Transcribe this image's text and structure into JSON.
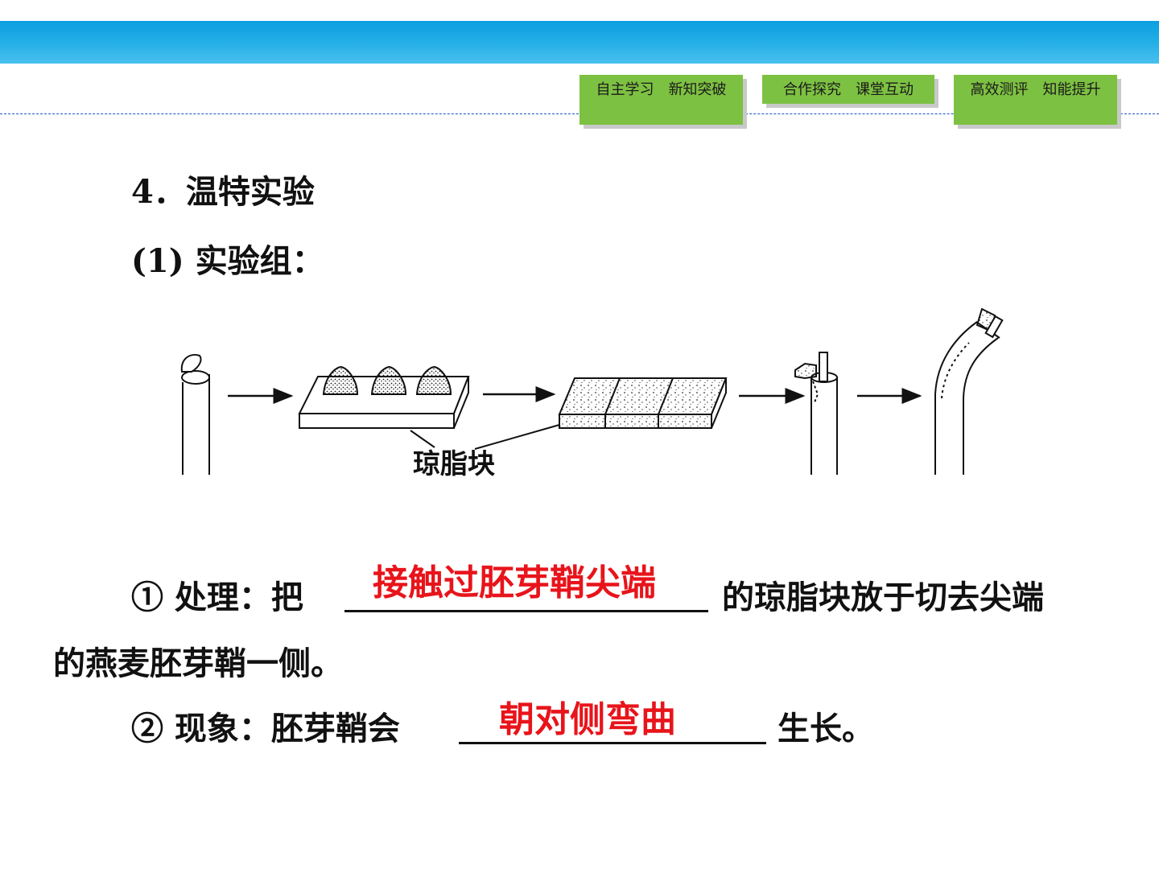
{
  "nav": {
    "btn1": "自主学习　新知突破",
    "btn2": "合作探究　课堂互动",
    "btn3": "高效测评　知能提升"
  },
  "section": {
    "title": "4．温特实验",
    "subtitle": "(1) 实验组："
  },
  "figure": {
    "label": "琼脂块"
  },
  "step1": {
    "prefix": "① 处理：把",
    "answer": "接触过胚芽鞘尖端",
    "suffix": "的琼脂块放于切去尖端",
    "line2": "的燕麦胚芽鞘一侧。"
  },
  "step2": {
    "prefix": "② 现象：胚芽鞘会",
    "answer": "朝对侧弯曲",
    "suffix": "生长。"
  },
  "colors": {
    "band": "#1aa8e4",
    "nav_button": "#7dc142",
    "dash_line": "#1f55c8",
    "answer_text": "#e8141b"
  }
}
